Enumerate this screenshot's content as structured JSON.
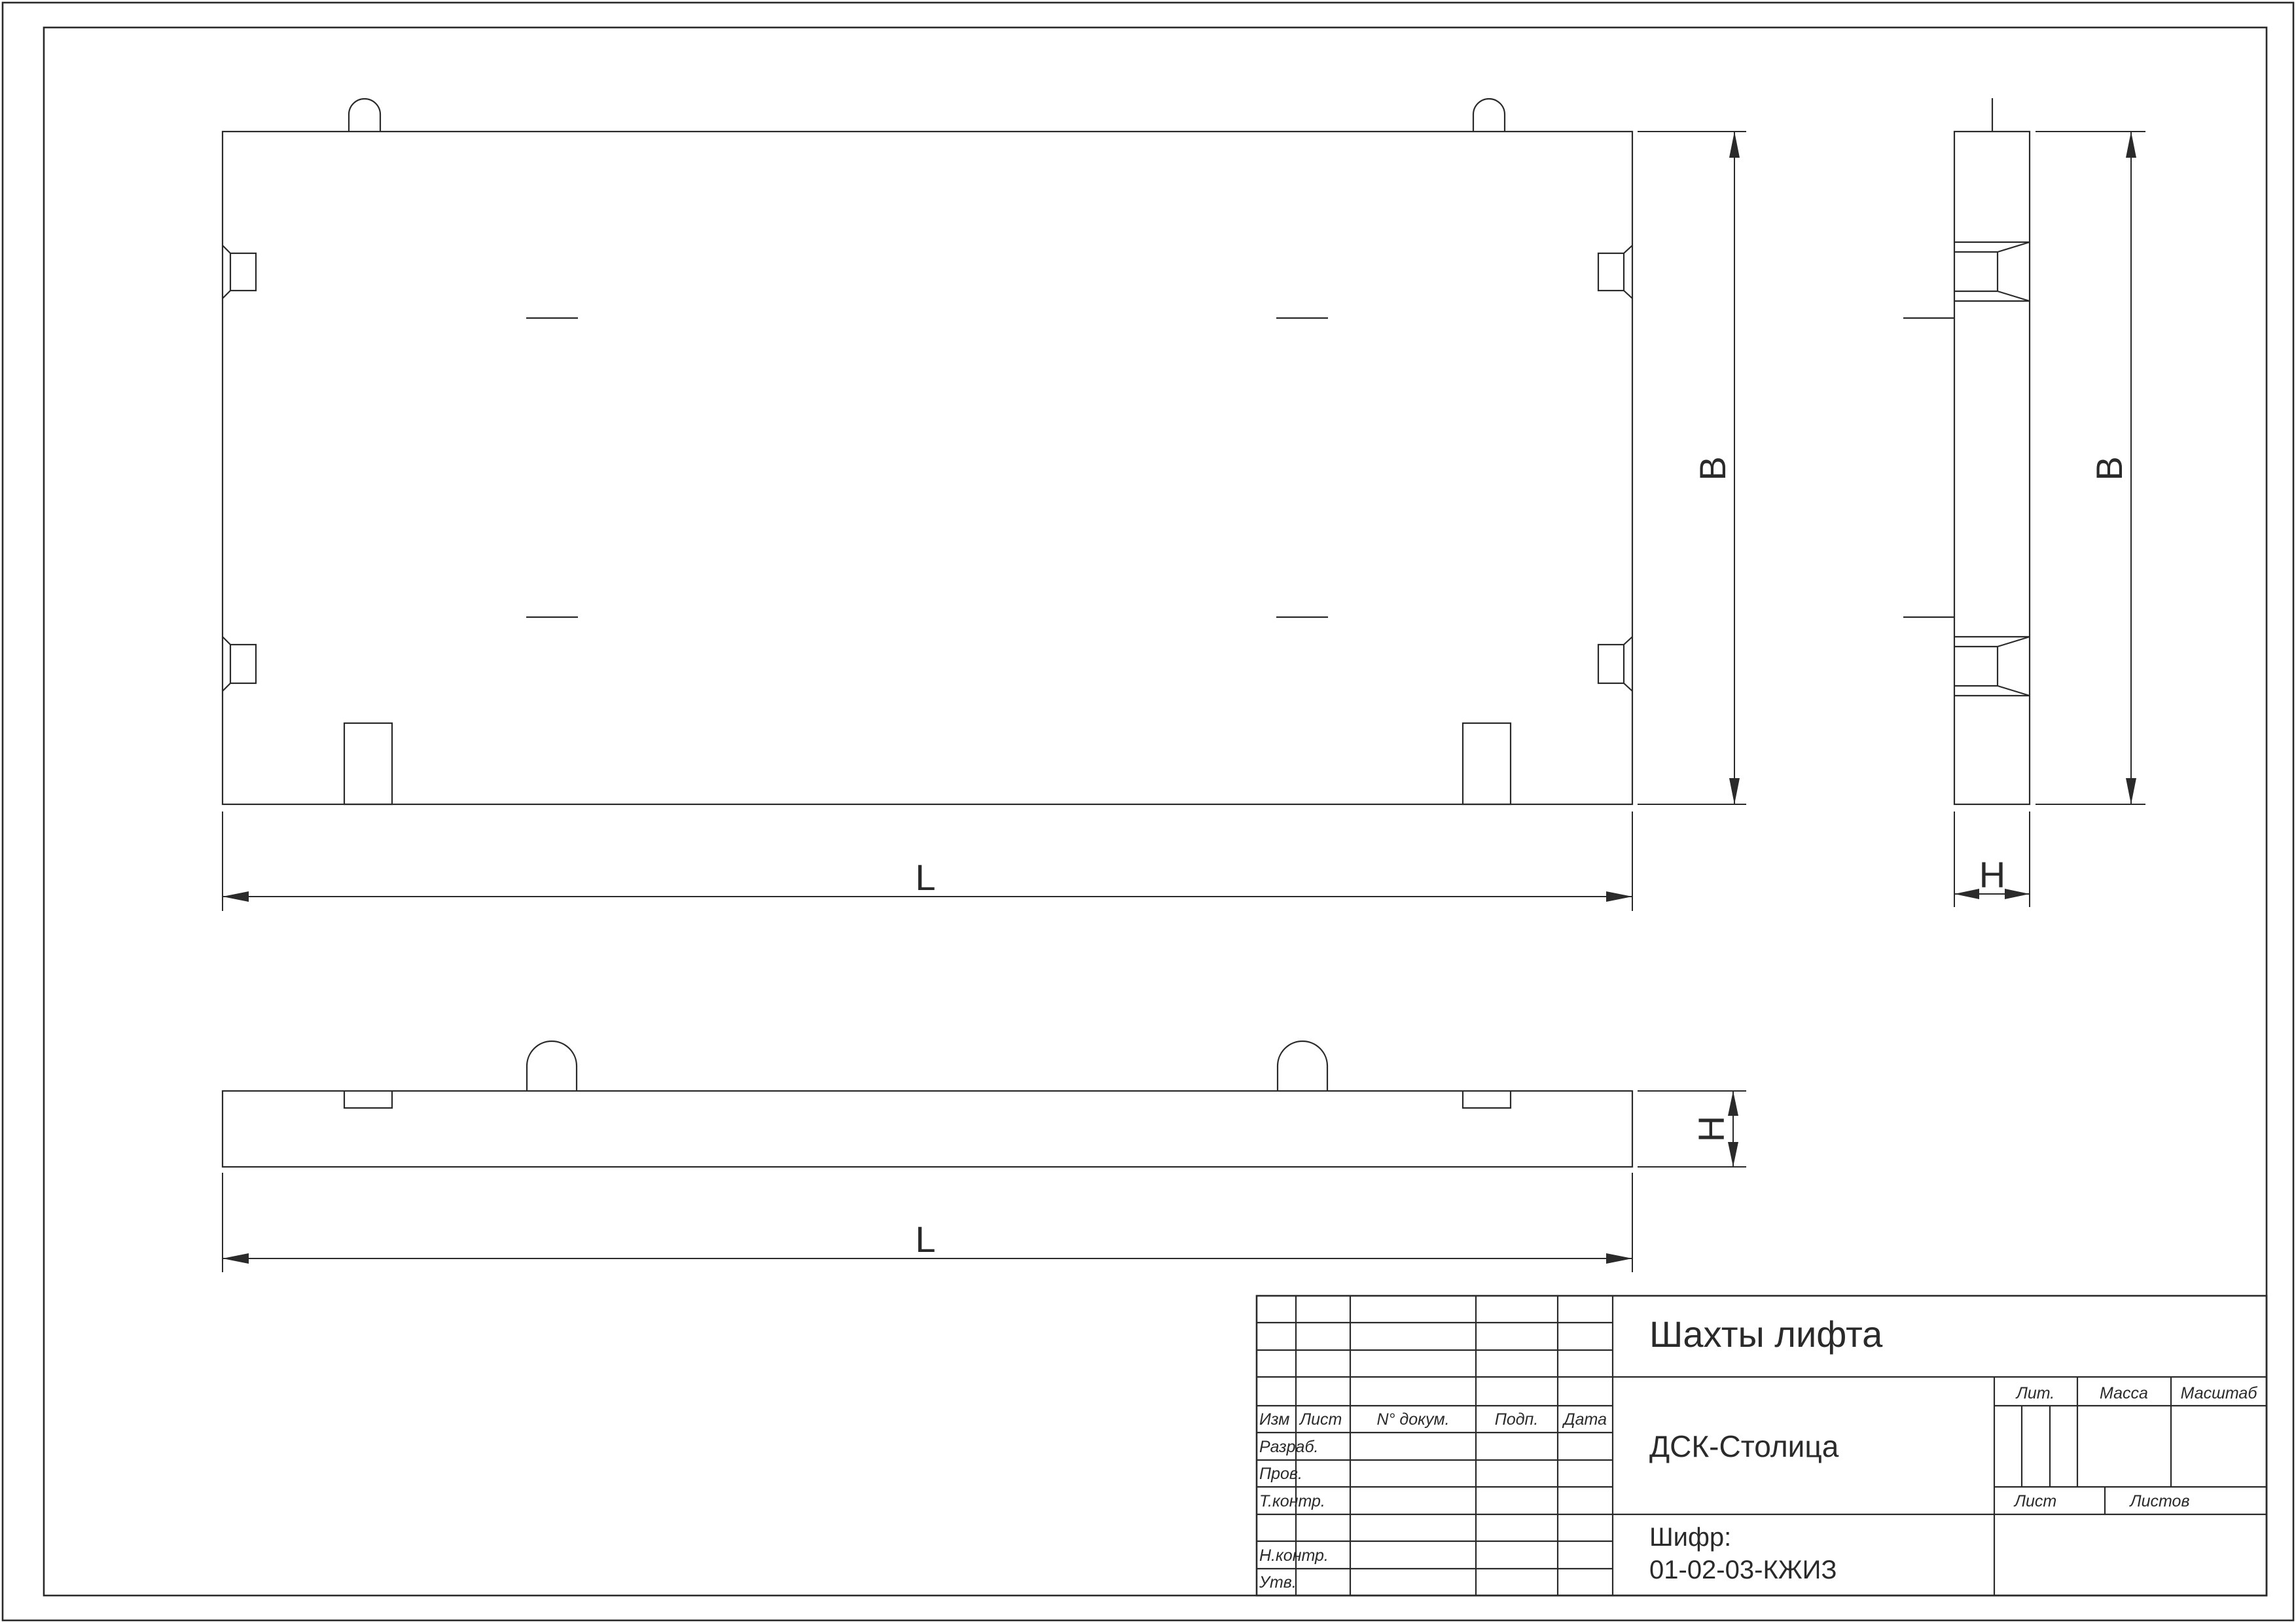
{
  "dimensions": {
    "length_top": "L",
    "length_bottom": "L",
    "width_front": "B",
    "width_side": "B",
    "height_side": "H",
    "height_bottom": "H"
  },
  "title_block": {
    "headers": {
      "izm": "Изм",
      "list": "Лист",
      "doc_no": "N° докум.",
      "sign": "Подп.",
      "date": "Дата"
    },
    "roles": {
      "razrab": "Разраб.",
      "prov": "Пров.",
      "tkontr": "Т.контр.",
      "nkontr": "Н.контр.",
      "utv": "Утв."
    },
    "title": "Шахты лифта",
    "organization": "ДСК-Столица",
    "code_label": "Шифр:",
    "code_value": "01-02-03-КЖИЗ",
    "lit_label": "Лит.",
    "mass_label": "Масса",
    "scale_label": "Масштаб",
    "sheet_label": "Лист",
    "sheets_label": "Листов"
  }
}
